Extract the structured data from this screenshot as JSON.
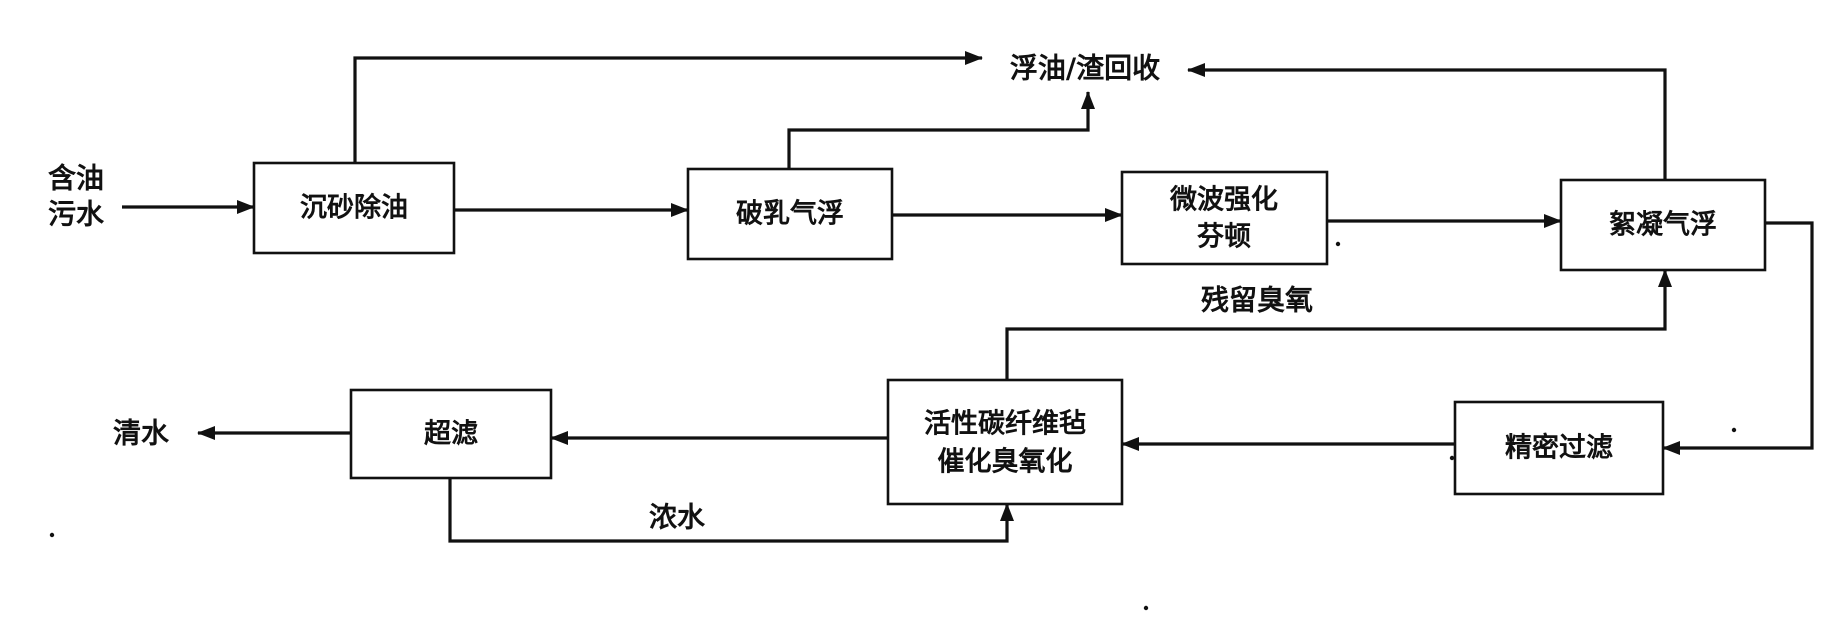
{
  "diagram": {
    "input": {
      "line1": "含油",
      "line2": "污水"
    },
    "recovery": "浮油/渣回收",
    "output": "清水",
    "nodes": {
      "grit_oil_removal": "沉砂除油",
      "demulsify_flotation": "破乳气浮",
      "microwave_fenton": [
        "微波强化",
        "芬顿"
      ],
      "coag_flotation": "絮凝气浮",
      "precision_filtration": "精密过滤",
      "acf_ozonation": [
        "活性碳纤维毡",
        "催化臭氧化"
      ],
      "ultrafiltration": "超滤"
    },
    "edge_labels": {
      "residual_ozone": "残留臭氧",
      "concentrate": "浓水"
    }
  },
  "colors": {
    "ink": "#111111",
    "paper": "#ffffff"
  }
}
